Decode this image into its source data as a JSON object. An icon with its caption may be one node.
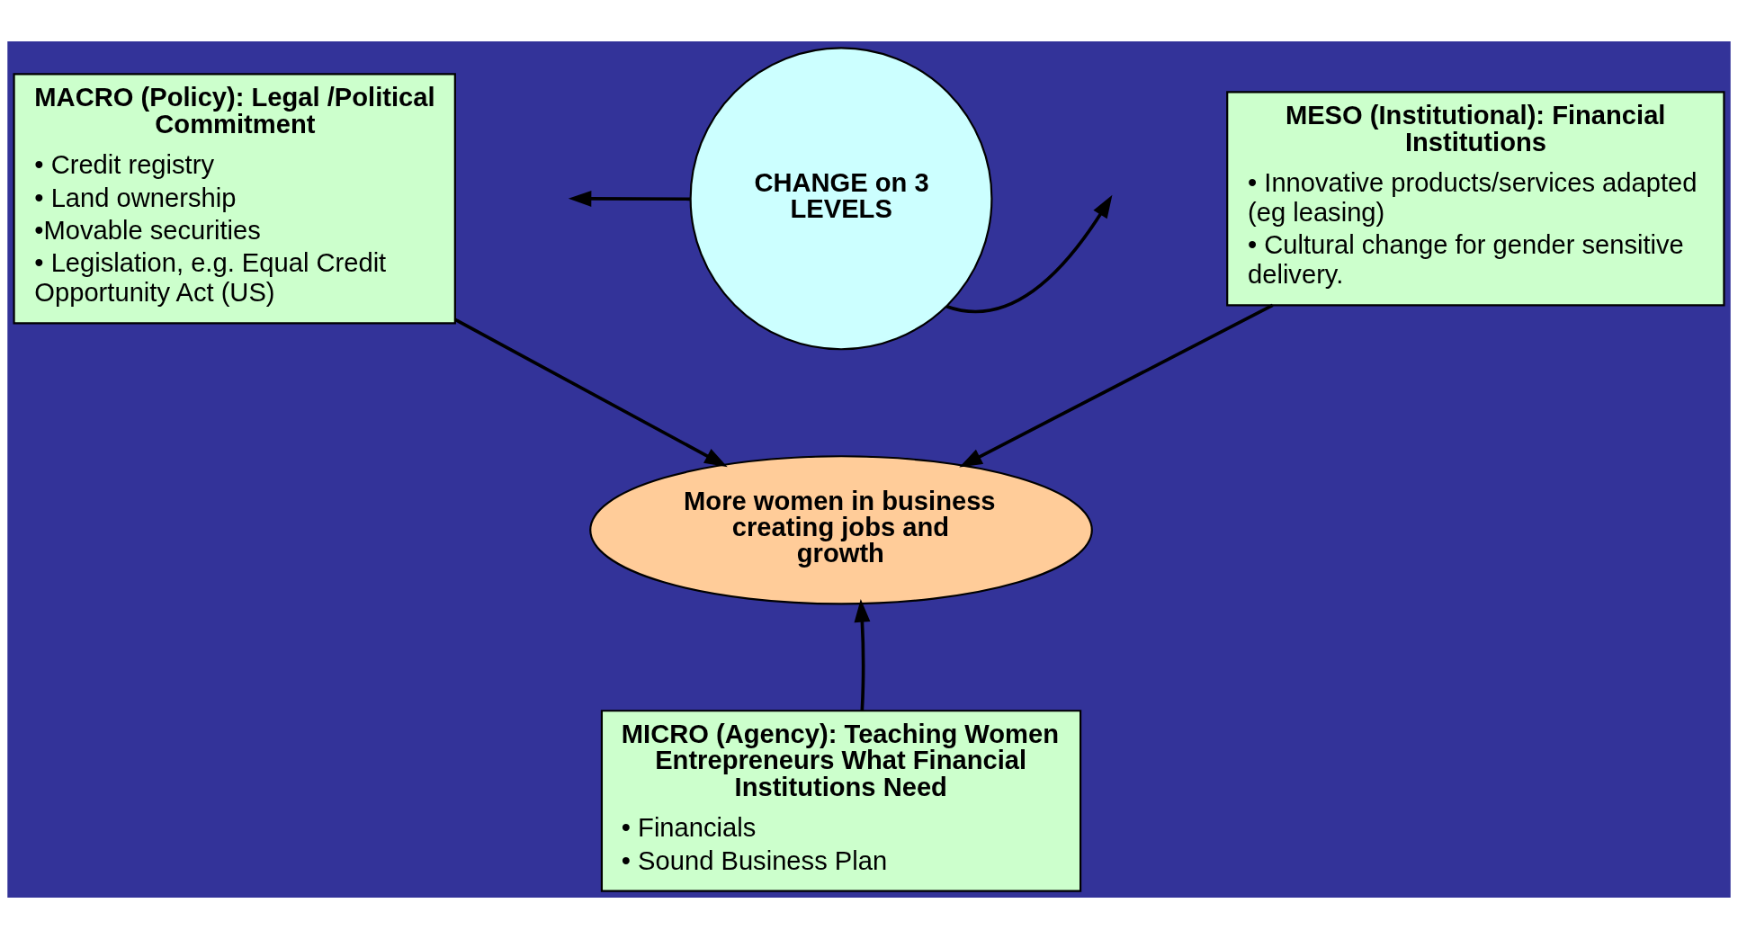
{
  "diagram": {
    "nodes": [
      {
        "text": [
          "MACRO (Policy): Legal /Political Commitment",
          "• Credit registry",
          "• Land ownership",
          "•Movable securities",
          "• Legislation, e.g. Equal Credit Opportunity Act (US)"
        ]
      },
      {
        "text": [
          "CHANGE on 3 LEVELS"
        ]
      },
      {
        "text": [
          "MESO (Institutional): Financial Institutions",
          "• Innovative products/services adapted (eg leasing)",
          "• Cultural change for gender sensitive delivery."
        ]
      },
      {
        "text": [
          "More women in business creating jobs and growth"
        ]
      },
      {
        "text": [
          "MICRO (Agency): Teaching Women Entrepreneurs What Financial Institutions Need",
          "• Financials",
          "• Sound Business Plan"
        ]
      }
    ],
    "edges": [
      {
        "from": 1,
        "to": null,
        "arrow": "to"
      },
      {
        "from": 1,
        "to": null,
        "arrow": "to"
      },
      {
        "from": 0,
        "to": 3,
        "arrow": "to"
      },
      {
        "from": 2,
        "to": 3,
        "arrow": "to"
      },
      {
        "from": 4,
        "to": 3,
        "arrow": "to"
      }
    ]
  }
}
